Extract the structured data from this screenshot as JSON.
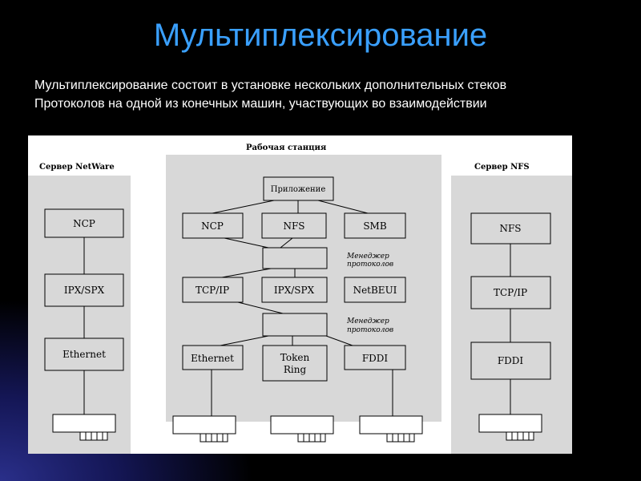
{
  "slide": {
    "title": "Мультиплексирование",
    "text_lines": [
      "Мультиплексирование состоит в установке нескольких дополнительных стеков",
      "Протоколов на одной из конечных машин, участвующих во взаимодействии"
    ]
  },
  "diagram": {
    "left_panel": {
      "title": "Сервер NetWare",
      "boxes": [
        "NCP",
        "IPX/SPX",
        "Ethernet"
      ]
    },
    "center_panel": {
      "title": "Рабочая станция",
      "application": "Приложение",
      "row1": [
        "NCP",
        "NFS",
        "SMB"
      ],
      "manager_label_1": [
        "Менеджер",
        "протоколов"
      ],
      "row2": [
        "TCP/IP",
        "IPX/SPX",
        "NetBEUI"
      ],
      "manager_label_2": [
        "Менеджер",
        "протоколов"
      ],
      "row3": [
        "Ethernet",
        "Token",
        "Ring",
        "FDDI"
      ]
    },
    "right_panel": {
      "title": "Сервер NFS",
      "boxes": [
        "NFS",
        "TCP/IP",
        "FDDI"
      ]
    }
  }
}
